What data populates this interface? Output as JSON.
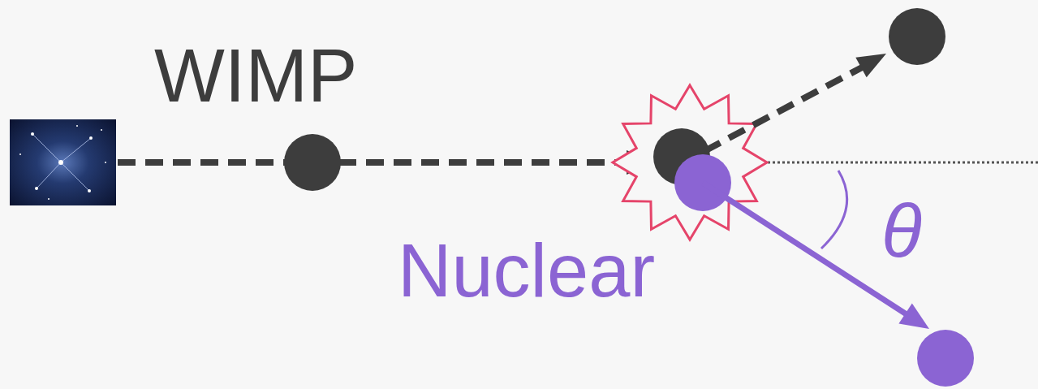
{
  "diagram": {
    "labels": [
      "WIMP",
      "Nuclear",
      "θ"
    ]
  }
}
